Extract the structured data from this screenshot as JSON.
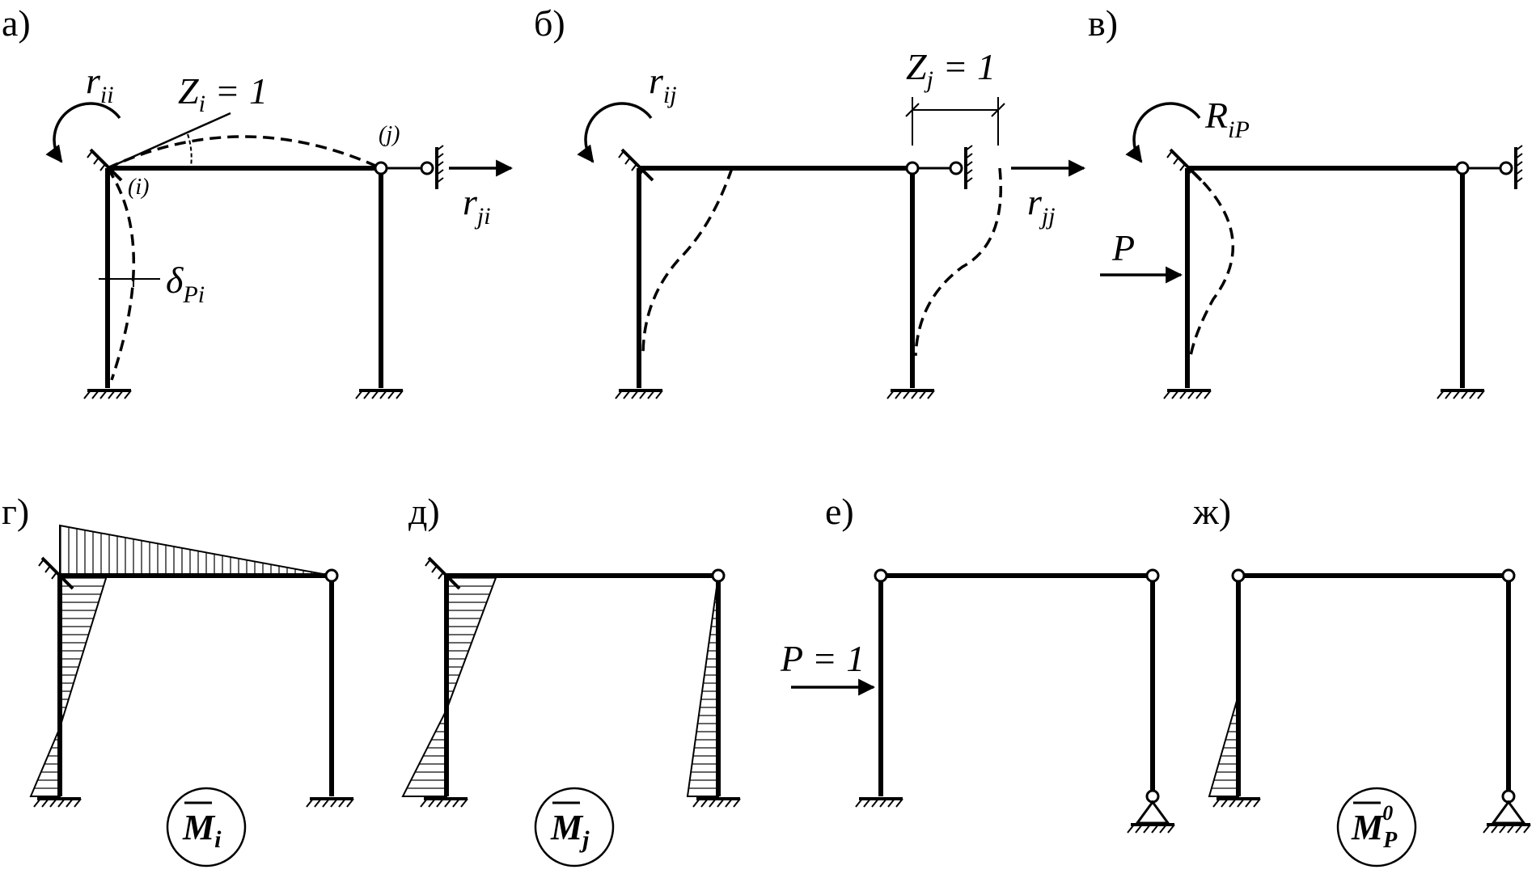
{
  "panels": {
    "a": {
      "label": "а)",
      "r_ii": {
        "base": "r",
        "sub": "ii"
      },
      "z_i": {
        "base": "Z",
        "sub": "i",
        "rest": " = 1"
      },
      "node_i": "(i)",
      "node_j": "(j)",
      "r_ji": {
        "base": "r",
        "sub": "ji"
      },
      "delta": {
        "base": "δ",
        "sub": "Pi"
      }
    },
    "b": {
      "label": "б)",
      "r_ij": {
        "base": "r",
        "sub": "ij"
      },
      "z_j": {
        "base": "Z",
        "sub": "j",
        "rest": " = 1"
      },
      "r_jj": {
        "base": "r",
        "sub": "jj"
      }
    },
    "v": {
      "label": "в)",
      "R_iP": {
        "base": "R",
        "sub": "iP"
      },
      "P": "P"
    },
    "g": {
      "label": "г)",
      "badge": {
        "base": "M",
        "sub": "i",
        "sup": ""
      }
    },
    "d": {
      "label": "д)",
      "badge": {
        "base": "M",
        "sub": "j",
        "sup": ""
      }
    },
    "e": {
      "label": "е)",
      "load": "P = 1"
    },
    "zh": {
      "label": "ж)",
      "badge": {
        "base": "M",
        "sub": "P",
        "sup": "0"
      }
    }
  },
  "colors": {
    "ink": "#000000",
    "background": "#ffffff"
  }
}
